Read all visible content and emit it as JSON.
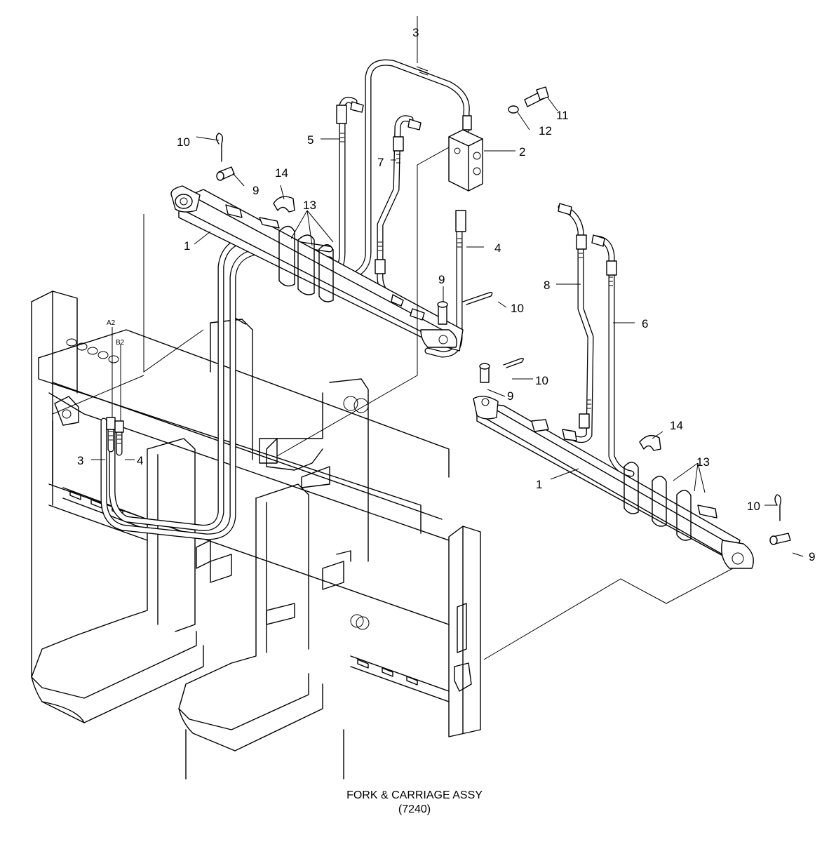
{
  "caption": {
    "title": "FORK & CARRIAGE ASSY",
    "code": "(7240)"
  },
  "callouts": {
    "c1a": "1",
    "c1b": "1",
    "c2": "2",
    "c3a": "3",
    "c3b": "3",
    "c4a": "4",
    "c4b": "4",
    "c5": "5",
    "c6": "6",
    "c7": "7",
    "c8": "8",
    "c9a": "9",
    "c9b": "9",
    "c9c": "9",
    "c9d": "9",
    "c10a": "10",
    "c10b": "10",
    "c10c": "10",
    "c10d": "10",
    "c11": "11",
    "c12": "12",
    "c13a": "13",
    "c13b": "13",
    "c14a": "14",
    "c14b": "14",
    "portA2": "A2",
    "portB2": "B2"
  }
}
